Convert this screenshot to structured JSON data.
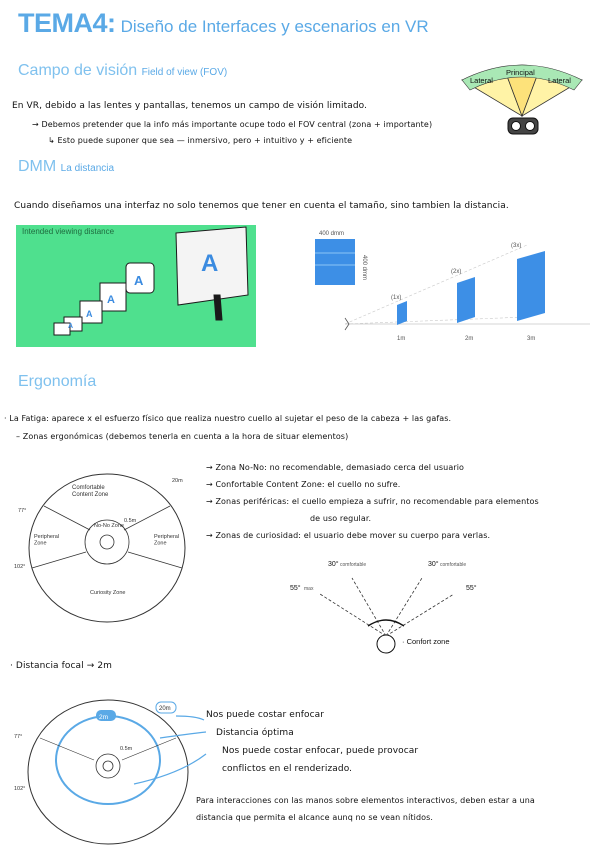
{
  "title": {
    "main": "TEMA4:",
    "sub": "Diseño de Interfaces y escenarios en VR"
  },
  "fov": {
    "heading": "Campo de visión",
    "heading_small": "Field of view (FOV)",
    "line1": "En VR, debido a las lentes y pantallas, tenemos un campo de visión limitado.",
    "line2": "→ Debemos pretender que la info más importante ocupe todo el FOV central (zona + importante)",
    "line3": "↳ Esto puede suponer que sea — inmersivo, pero + intuitivo y + eficiente",
    "diagram": {
      "left": "Lateral",
      "center": "Principal",
      "right": "Lateral"
    }
  },
  "dmm": {
    "heading": "DMM",
    "heading_small": "La distancia",
    "line1": "Cuando diseñamos una interfaz no solo tenemos que tener en cuenta el tamaño, sino tambien la distancia.",
    "image_caption": "Intended viewing distance",
    "panel_label": "A",
    "chart": {
      "top_label": "400 dmm",
      "side_label": "400 dmm",
      "scales": [
        "(1x)",
        "(2x)",
        "(3x)"
      ],
      "distances": [
        "1m",
        "2m",
        "3m"
      ]
    }
  },
  "ergonomia": {
    "heading": "Ergonomía",
    "fatiga": "· La Fatiga: aparece x el esfuerzo físico que realiza nuestro cuello al sujetar el peso de la cabeza + las gafas.",
    "zonas": "– Zonas ergonómicas (debemos tenerla en cuenta a la hora de situar elementos)",
    "diagram": {
      "comfortable": "Comfortable\nContent Zone",
      "nono": "No-No Zone",
      "peripheral_left": "Peripheral\nZone",
      "peripheral_right": "Peripheral\nZone",
      "curiosity": "Curiosity Zone",
      "d20": "20m",
      "d05": "0.5m",
      "a77": "77°",
      "a102": "102°"
    },
    "notes": [
      "→ Zona No-No: no recomendable, demasiado cerca del usuario",
      "→ Confortable Content Zone: el cuello no sufre.",
      "→ Zonas periféricas: el cuello empieza a sufrir, no recomendable para elementos",
      "de uso regular.",
      "→ Zonas de curiosidad: el usuario debe mover su cuerpo para verlas."
    ],
    "head_diagram": {
      "a30l": "30°",
      "a30r": "30°",
      "comf_l": "comfortable",
      "comf_r": "comfortable",
      "a55l": "55°",
      "max": "max",
      "a55r": "55°",
      "confort": "· Confort zone"
    }
  },
  "focal": {
    "heading": "· Distancia focal → 2m",
    "diagram": {
      "d2": "2m",
      "d20": "20m",
      "d05": "0.5m",
      "a77": "77°",
      "a102": "102°"
    },
    "notes": [
      "Nos puede costar enfocar",
      "Distancia óptima",
      "Nos puede costar enfocar, puede provocar",
      "conflictos en el renderizado."
    ],
    "bottom1": "Para interacciones con las manos sobre elementos interactivos, deben estar a una",
    "bottom2": "distancia que permita el alcance aunq no se vean nítidos."
  }
}
